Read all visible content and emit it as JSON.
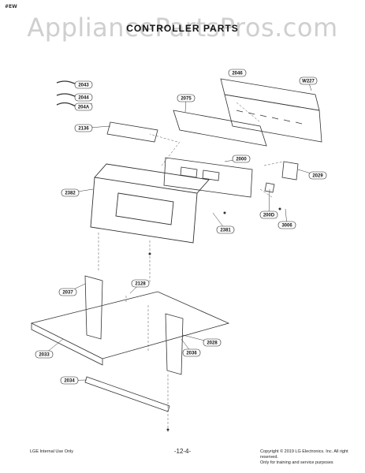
{
  "header": {
    "corner_tag": "#EW",
    "watermark": "AppliancePartsPros.com",
    "title": "CONTROLLER PARTS"
  },
  "parts": [
    {
      "id": "2043"
    },
    {
      "id": "2044"
    },
    {
      "id": "204A"
    },
    {
      "id": "2046"
    },
    {
      "id": "W227"
    },
    {
      "id": "2075"
    },
    {
      "id": "2136"
    },
    {
      "id": "2000"
    },
    {
      "id": "2029"
    },
    {
      "id": "2382"
    },
    {
      "id": "200D"
    },
    {
      "id": "3006"
    },
    {
      "id": "2381"
    },
    {
      "id": "2037"
    },
    {
      "id": "2128"
    },
    {
      "id": "2028"
    },
    {
      "id": "2033"
    },
    {
      "id": "2036"
    },
    {
      "id": "2034"
    }
  ],
  "footer": {
    "left": "LGE Internal Use Only",
    "page": "-12-4-",
    "copyright_line1": "Copyright © 2019 LG Electronics. Inc. All right reserved.",
    "copyright_line2": "Only for training and service purposes"
  }
}
